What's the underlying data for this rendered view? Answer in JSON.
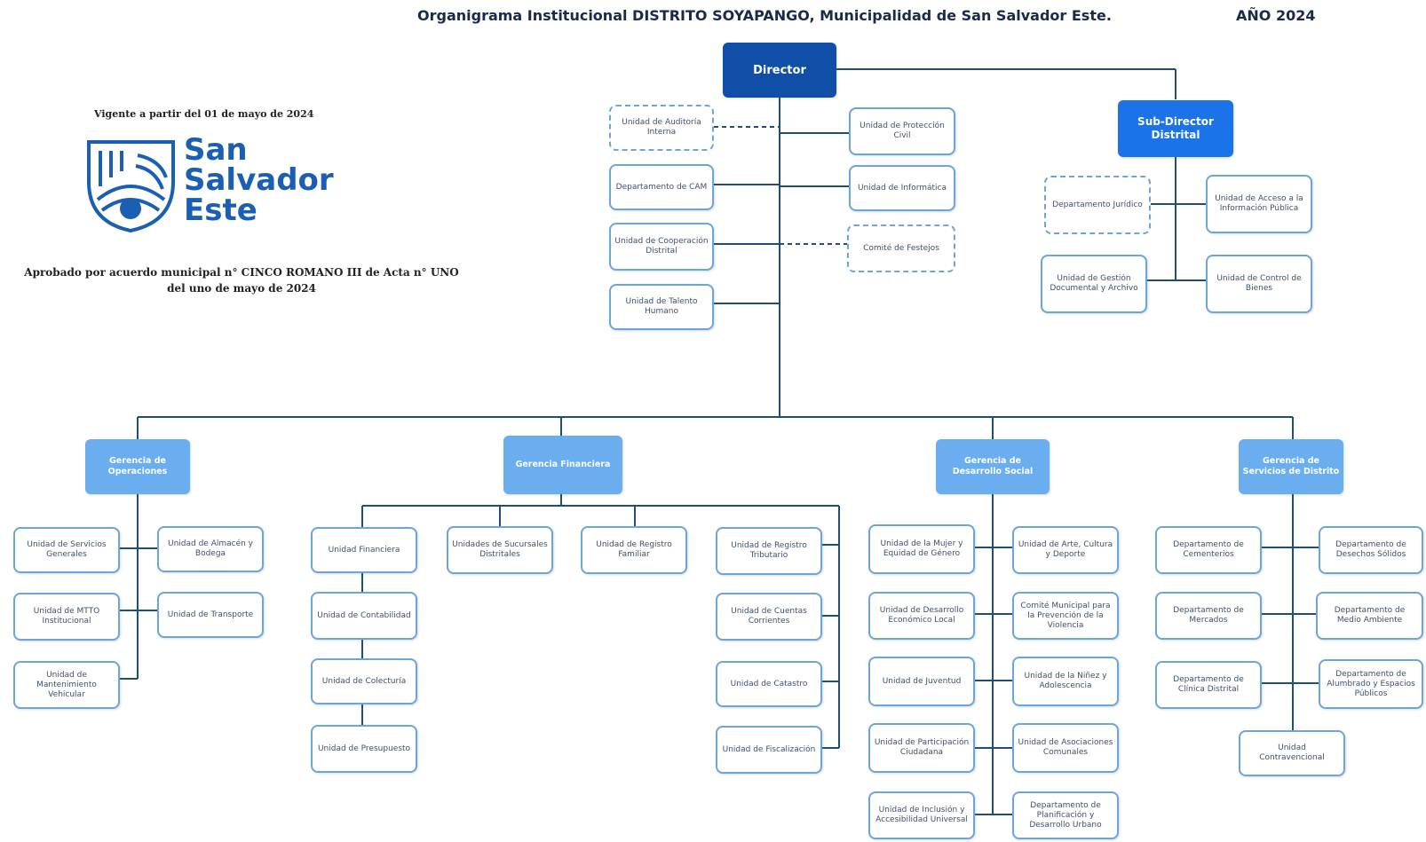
{
  "header": {
    "title": "Organigrama Institucional DISTRITO SOYAPANGO, Municipalidad de San Salvador Este.",
    "year": "AÑO 2024"
  },
  "info": {
    "vigente": "Vigente a partir del 01 de mayo de 2024",
    "aprobado_1": "Aprobado por acuerdo municipal n° CINCO ROMANO III de Acta n° UNO",
    "aprobado_2": "del uno de mayo de 2024"
  },
  "logo": {
    "line1": "San",
    "line2": "Salvador",
    "line3": "Este",
    "color": "#1a5fb4"
  },
  "colors": {
    "director": "#0f4fa8",
    "subdirector": "#1a73e8",
    "gerencia": "#6aaef0",
    "unit_border": "#6ea4d8",
    "connector": "#1f4e79"
  },
  "top": {
    "director": "Director",
    "subdirector": "Sub-Director Distrital",
    "director_left": [
      {
        "label": "Unidad de Auditoría Interna",
        "dashed": true
      },
      {
        "label": "Departamento de CAM",
        "dashed": false
      },
      {
        "label": "Unidad de Cooperación Distrital",
        "dashed": false
      },
      {
        "label": "Unidad de Talento Humano",
        "dashed": false
      }
    ],
    "director_right": [
      {
        "label": "Unidad de Protección Civil",
        "dashed": false
      },
      {
        "label": "Unidad de Informática",
        "dashed": false
      },
      {
        "label": "Comité de Festejos",
        "dashed": true
      }
    ],
    "sub_left": [
      {
        "label": "Departamento Jurídico",
        "dashed": true
      },
      {
        "label": "Unidad de Gestión Documental y Archivo",
        "dashed": false
      }
    ],
    "sub_right": [
      {
        "label": "Unidad de Acceso a la Información Pública",
        "dashed": false
      },
      {
        "label": "Unidad de Control de Bienes",
        "dashed": false
      }
    ]
  },
  "gerencias": {
    "operaciones": {
      "title": "Gerencia de Operaciones",
      "left": [
        "Unidad de Servicios Generales",
        "Unidad de MTTO Institucional",
        "Unidad de Mantenimiento Vehicular"
      ],
      "right": [
        "Unidad de Almacén y Bodega",
        "Unidad de Transporte"
      ]
    },
    "financiera": {
      "title": "Gerencia Financiera",
      "col1": [
        "Unidad Financiera",
        "Unidad de Contabilidad",
        "Unidad de Colecturía",
        "Unidad de Presupuesto"
      ],
      "col2": [
        "Unidades de Sucursales Distritales"
      ],
      "col3": [
        "Unidad de Registro Familiar"
      ],
      "col4": [
        "Unidad de Registro Tributario",
        "Unidad de Cuentas Corrientes",
        "Unidad de Catastro",
        "Unidad de Fiscalización"
      ]
    },
    "social": {
      "title": "Gerencia de Desarrollo Social",
      "left": [
        "Unidad de la Mujer y Equidad de Género",
        "Unidad de Desarrollo Económico Local",
        "Unidad de Juventud",
        "Unidad de Participación Ciudadana",
        "Unidad de Inclusión y Accesibilidad Universal"
      ],
      "right": [
        "Unidad de Arte, Cultura y Deporte",
        "Comité Municipal para la Prevención de la Violencia",
        "Unidad de la Niñez y Adolescencia",
        "Unidad de Asociaciones Comunales",
        "Departamento de Planificación y Desarrollo Urbano"
      ]
    },
    "servicios": {
      "title": "Gerencia de Servicios de Distrito",
      "left": [
        "Departamento de Cementerios",
        "Departamento de Mercados",
        "Departamento de Clínica Distrital"
      ],
      "right": [
        "Departamento de Desechos Sólidos",
        "Departamento de Medio Ambiente",
        "Departamento de Alumbrado y Espacios Públicos"
      ],
      "bottom": "Unidad Contravencional"
    }
  }
}
